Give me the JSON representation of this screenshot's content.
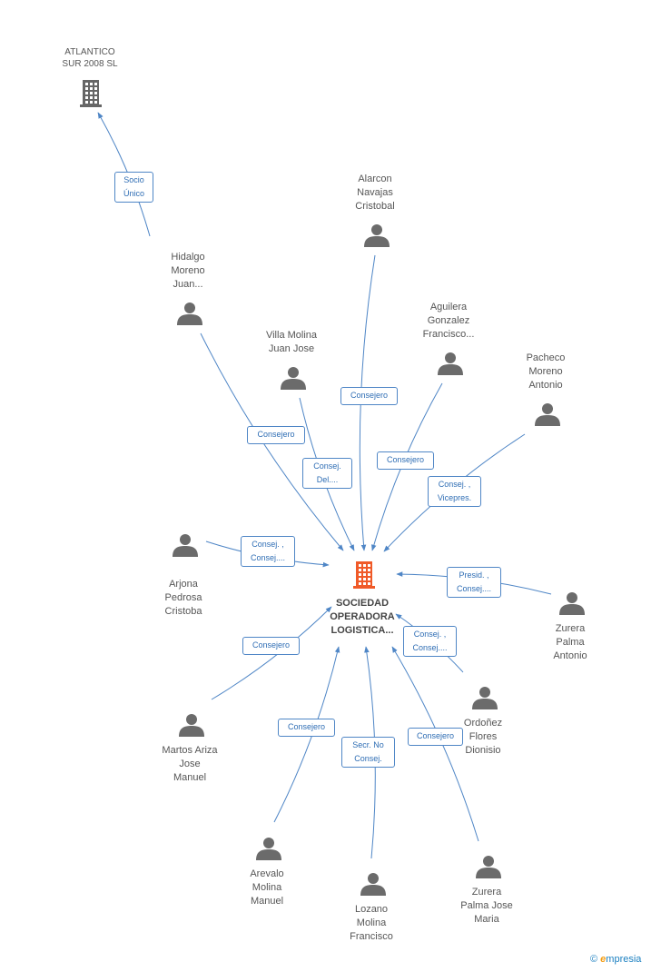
{
  "center": {
    "label": "SOCIEDAD\nOPERADORA\nLOGISTICA...",
    "icon": "building-icon",
    "color": "#f05a28"
  },
  "parent": {
    "label": "ATLANTICO\nSUR 2008 SL",
    "icon": "building-icon",
    "color": "#666666"
  },
  "people": [
    {
      "id": "hidalgo",
      "label": "Hidalgo\nMoreno\nJuan...",
      "role": "Consejero"
    },
    {
      "id": "alarcon",
      "label": "Alarcon\nNavajas\nCristobal",
      "role": "Consejero"
    },
    {
      "id": "villa",
      "label": "Villa Molina\nJuan Jose",
      "role": "Consej.\nDel...."
    },
    {
      "id": "aguilera",
      "label": "Aguilera\nGonzalez\nFrancisco...",
      "role": "Consejero"
    },
    {
      "id": "pacheco",
      "label": "Pacheco\nMoreno\nAntonio",
      "role": "Consej. ,\nVicepres."
    },
    {
      "id": "arjona",
      "label": "Arjona\nPedrosa\nCristoba",
      "role": "Consej. ,\nConsej...."
    },
    {
      "id": "zurera_antonio",
      "label": "Zurera\nPalma\nAntonio",
      "role": "Presid. ,\nConsej...."
    },
    {
      "id": "martos",
      "label": "Martos Ariza\nJose\nManuel",
      "role": "Consejero"
    },
    {
      "id": "ordonez",
      "label": "Ordoñez\nFlores\nDionisio",
      "role": "Consej. ,\nConsej...."
    },
    {
      "id": "arevalo",
      "label": "Arevalo\nMolina\nManuel",
      "role": "Consejero"
    },
    {
      "id": "lozano",
      "label": "Lozano\nMolina\nFrancisco",
      "role": "Secr.  No\nConsej."
    },
    {
      "id": "zurera_jose",
      "label": "Zurera\nPalma Jose\nMaria",
      "role": "Consejero"
    }
  ],
  "parent_edge_role": "Socio\nÚnico",
  "colors": {
    "edge": "#4f86c6",
    "person": "#6b6b6b",
    "label_text": "#555555"
  },
  "brand": {
    "copyright": "©",
    "e": "e",
    "rest": "mpresia"
  }
}
